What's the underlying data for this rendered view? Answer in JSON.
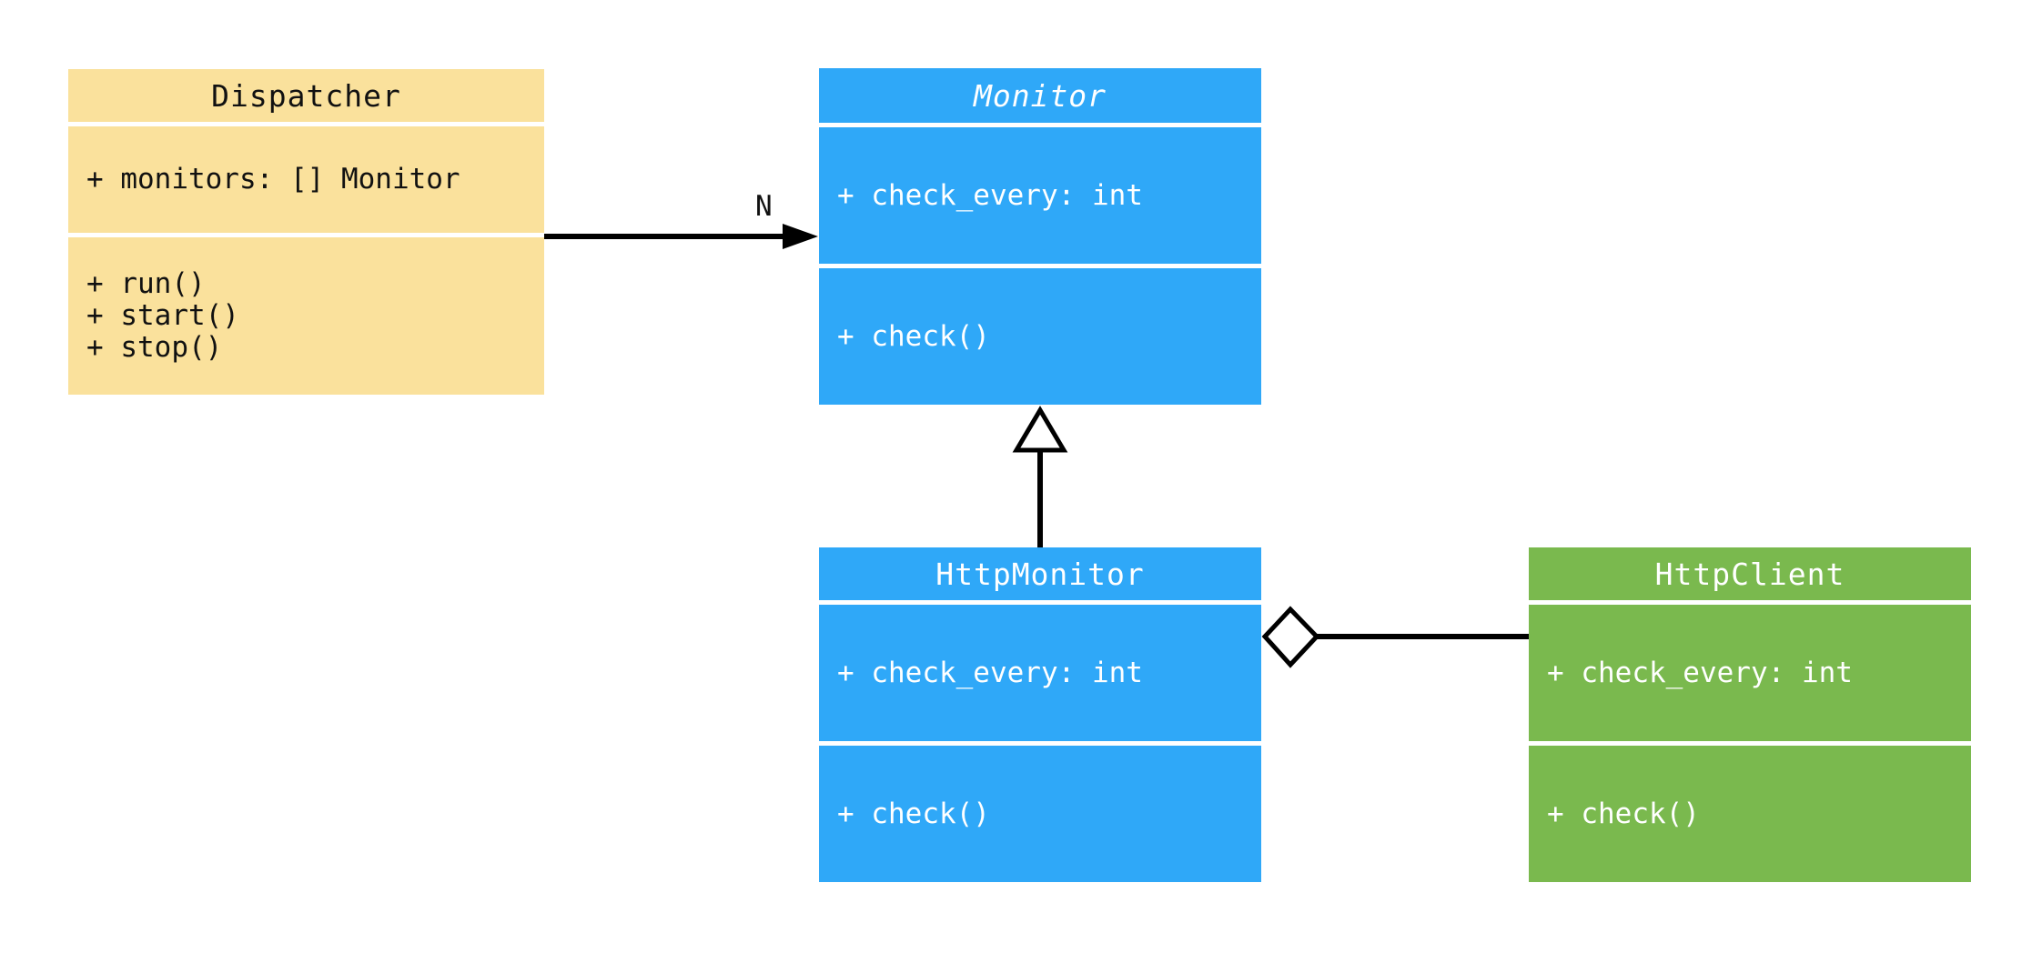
{
  "diagram": {
    "type": "uml-class-diagram",
    "background": "#FFFFFF",
    "line_color": "#000000",
    "classes": [
      {
        "name": "Dispatcher",
        "abstract": false,
        "fill": "#FAE19C",
        "text_color": "#111111",
        "attributes": [
          "+ monitors: [] Monitor"
        ],
        "methods": [
          "+ run()",
          "+ start()",
          "+ stop()"
        ]
      },
      {
        "name": "Monitor",
        "abstract": true,
        "fill": "#2FA8F8",
        "text_color": "#FFFFFF",
        "attributes": [
          "+ check_every: int"
        ],
        "methods": [
          "+ check()"
        ]
      },
      {
        "name": "HttpMonitor",
        "abstract": false,
        "fill": "#2FA8F8",
        "text_color": "#FFFFFF",
        "attributes": [
          "+ check_every: int"
        ],
        "methods": [
          "+ check()"
        ]
      },
      {
        "name": "HttpClient",
        "abstract": false,
        "fill": "#7AB94E",
        "text_color": "#FFFFFF",
        "attributes": [
          "+ check_every: int"
        ],
        "methods": [
          "+ check()"
        ]
      }
    ],
    "relationships": [
      {
        "type": "association",
        "from": "Dispatcher",
        "to": "Monitor",
        "label": "N"
      },
      {
        "type": "inheritance",
        "from": "HttpMonitor",
        "to": "Monitor",
        "label": ""
      },
      {
        "type": "aggregation",
        "from": "HttpMonitor",
        "to": "HttpClient",
        "label": ""
      }
    ]
  }
}
